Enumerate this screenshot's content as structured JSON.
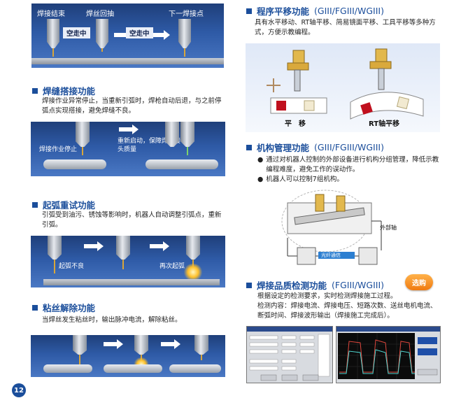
{
  "top_panel": {
    "label_end": "焊接结束",
    "label_retract": "焊丝回抽",
    "label_next": "下一焊接点",
    "label_move1": "空走中",
    "label_move2": "空走中"
  },
  "overlap": {
    "title": "焊缝搭接功能",
    "desc": "焊接作业异常停止，当重新引弧时，焊枪自动后退，与之前停弧点实现搭接，避免焊缝不良。",
    "label_working": "焊接作业停止",
    "label_restart": "重新启动，保障焊缝接头质量"
  },
  "arc_retry": {
    "title": "起弧重试功能",
    "desc": "引弧受到油污、锈蚀等影响时，机器人自动调整引弧点，重新引弧。",
    "label_bad": "起弧不良",
    "label_again": "再次起弧"
  },
  "wire_release": {
    "title": "粘丝解除功能",
    "desc": "当焊丝发生粘丝时，输出脉冲电流，解除粘丝。"
  },
  "shift": {
    "title": "程序平移功能",
    "title_suffix": "(GIII/FGIII/WGIII)",
    "desc": "具有水平移动、RT轴平移、简易镜面平移、工具平移等多种方式，方便示教编程。",
    "label_translate": "平　移",
    "label_rt": "RT轴平移"
  },
  "mgmt": {
    "title": "机构管理功能",
    "title_suffix": "(GIII/FGIII/WGIII)",
    "bullets": [
      "通过对机器人控制的外部设备进行机构分组管理，降低示教编程难度，避免工作的误动作。",
      "机器人可以控制7组机构。"
    ],
    "label_external_axis": "外部轴",
    "label_comm": "光纤通信"
  },
  "quality": {
    "title": "焊接品质检测功能",
    "title_suffix": "(FGIII/WGIII)",
    "badge": "选购",
    "desc1": "根据设定的检测要求，实时检测焊接施工过程。",
    "desc2": "检测内容：焊接电流、焊接电压、短路次数、送丝电机电流、断弧时间、焊接波形输出（焊接施工完成后）。"
  },
  "page_number": "12",
  "colors": {
    "accent": "#1b4e9b",
    "badge": "#f07a10",
    "panel": "#2e5aa6"
  }
}
